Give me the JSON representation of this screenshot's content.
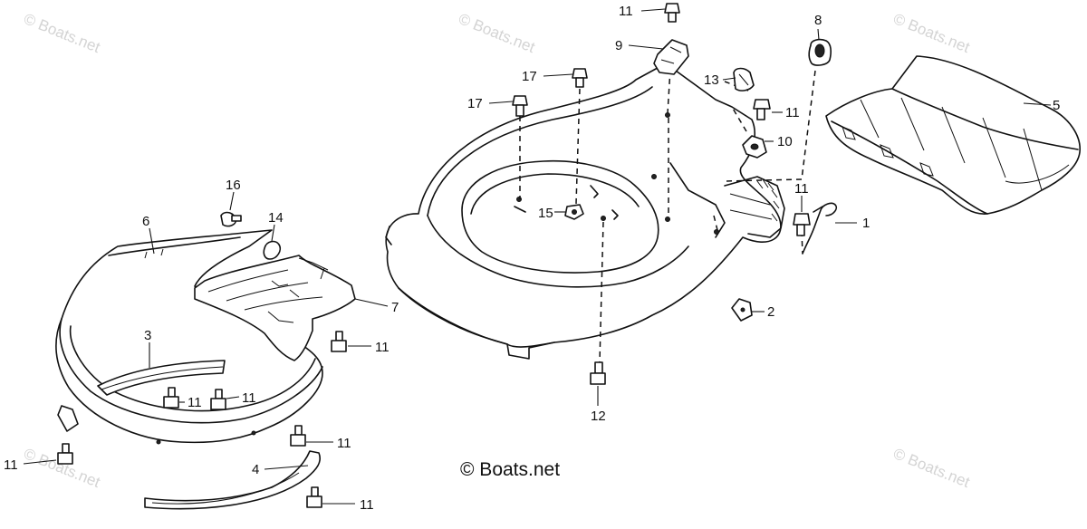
{
  "watermark": "© Boats.net",
  "copyright": "© Boats.net",
  "parts": [
    {
      "id": "p1",
      "label": "1"
    },
    {
      "id": "p2",
      "label": "2"
    },
    {
      "id": "p3",
      "label": "3"
    },
    {
      "id": "p4",
      "label": "4"
    },
    {
      "id": "p5",
      "label": "5"
    },
    {
      "id": "p6",
      "label": "6"
    },
    {
      "id": "p7",
      "label": "7"
    },
    {
      "id": "p8",
      "label": "8"
    },
    {
      "id": "p9",
      "label": "9"
    },
    {
      "id": "p10",
      "label": "10"
    },
    {
      "id": "p11a",
      "label": "11"
    },
    {
      "id": "p11b",
      "label": "11"
    },
    {
      "id": "p11c",
      "label": "11"
    },
    {
      "id": "p11d",
      "label": "11"
    },
    {
      "id": "p11e",
      "label": "11"
    },
    {
      "id": "p11f",
      "label": "11"
    },
    {
      "id": "p11g",
      "label": "11"
    },
    {
      "id": "p11h",
      "label": "11"
    },
    {
      "id": "p11i",
      "label": "11"
    },
    {
      "id": "p11j",
      "label": "11"
    },
    {
      "id": "p12",
      "label": "12"
    },
    {
      "id": "p13",
      "label": "13"
    },
    {
      "id": "p14",
      "label": "14"
    },
    {
      "id": "p15",
      "label": "15"
    },
    {
      "id": "p16",
      "label": "16"
    },
    {
      "id": "p17a",
      "label": "17"
    },
    {
      "id": "p17b",
      "label": "17"
    }
  ]
}
